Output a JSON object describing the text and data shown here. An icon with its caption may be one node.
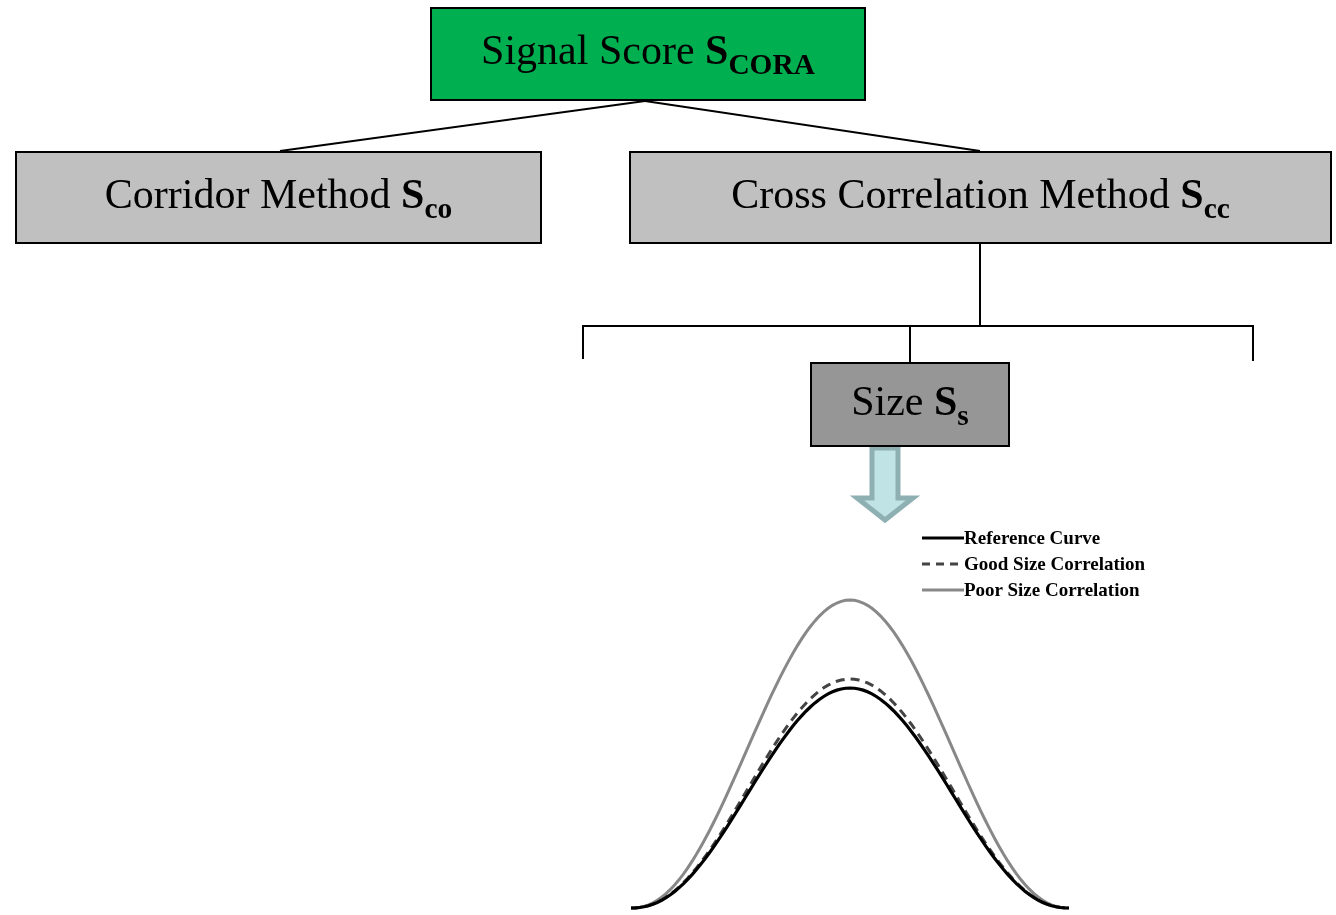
{
  "diagram": {
    "nodes": [
      {
        "text": [
          "Signal Score **S**$_{CORA}$"
        ]
      },
      {
        "text": [
          "Corridor Method **S**$_{co}$"
        ]
      },
      {
        "text": [
          "Cross Correlation Method **S**$_{cc}$"
        ]
      },
      {
        "text": [
          "Size **S**$_{s}$"
        ]
      },
      {
        "text": [],
        "shape": "picture"
      }
    ],
    "edges": [
      {
        "from": 0,
        "to": 1,
        "arrow": "none"
      },
      {
        "from": 0,
        "to": 2,
        "arrow": "none"
      },
      {
        "from": 2,
        "to": 3,
        "arrow": "none"
      },
      {
        "from": 2,
        "to": null,
        "arrow": "none"
      },
      {
        "from": 2,
        "to": null,
        "arrow": "none"
      },
      {
        "from": 3,
        "to": 4,
        "arrow": "to",
        "style": "thick",
        "color": "#8fb0b3"
      }
    ],
    "legend": [
      {
        "text": "Reference Curve"
      },
      {
        "text": "Good Size Correlation"
      },
      {
        "text": "Poor Size Correlation"
      }
    ]
  }
}
